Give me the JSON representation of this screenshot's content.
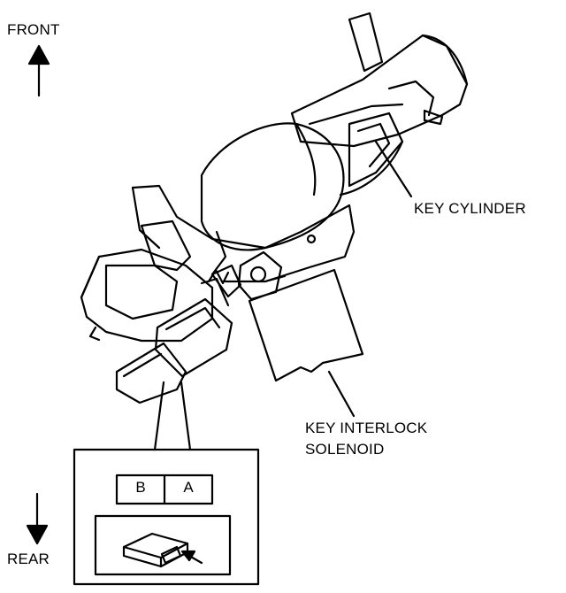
{
  "labels": {
    "front": "FRONT",
    "rear": "REAR",
    "key_cylinder": "KEY CYLINDER",
    "solenoid_line1": "KEY INTERLOCK",
    "solenoid_line2": "SOLENOID"
  },
  "connector": {
    "pins": [
      "B",
      "A"
    ]
  },
  "colors": {
    "ink": "#000000",
    "paper": "#ffffff"
  }
}
